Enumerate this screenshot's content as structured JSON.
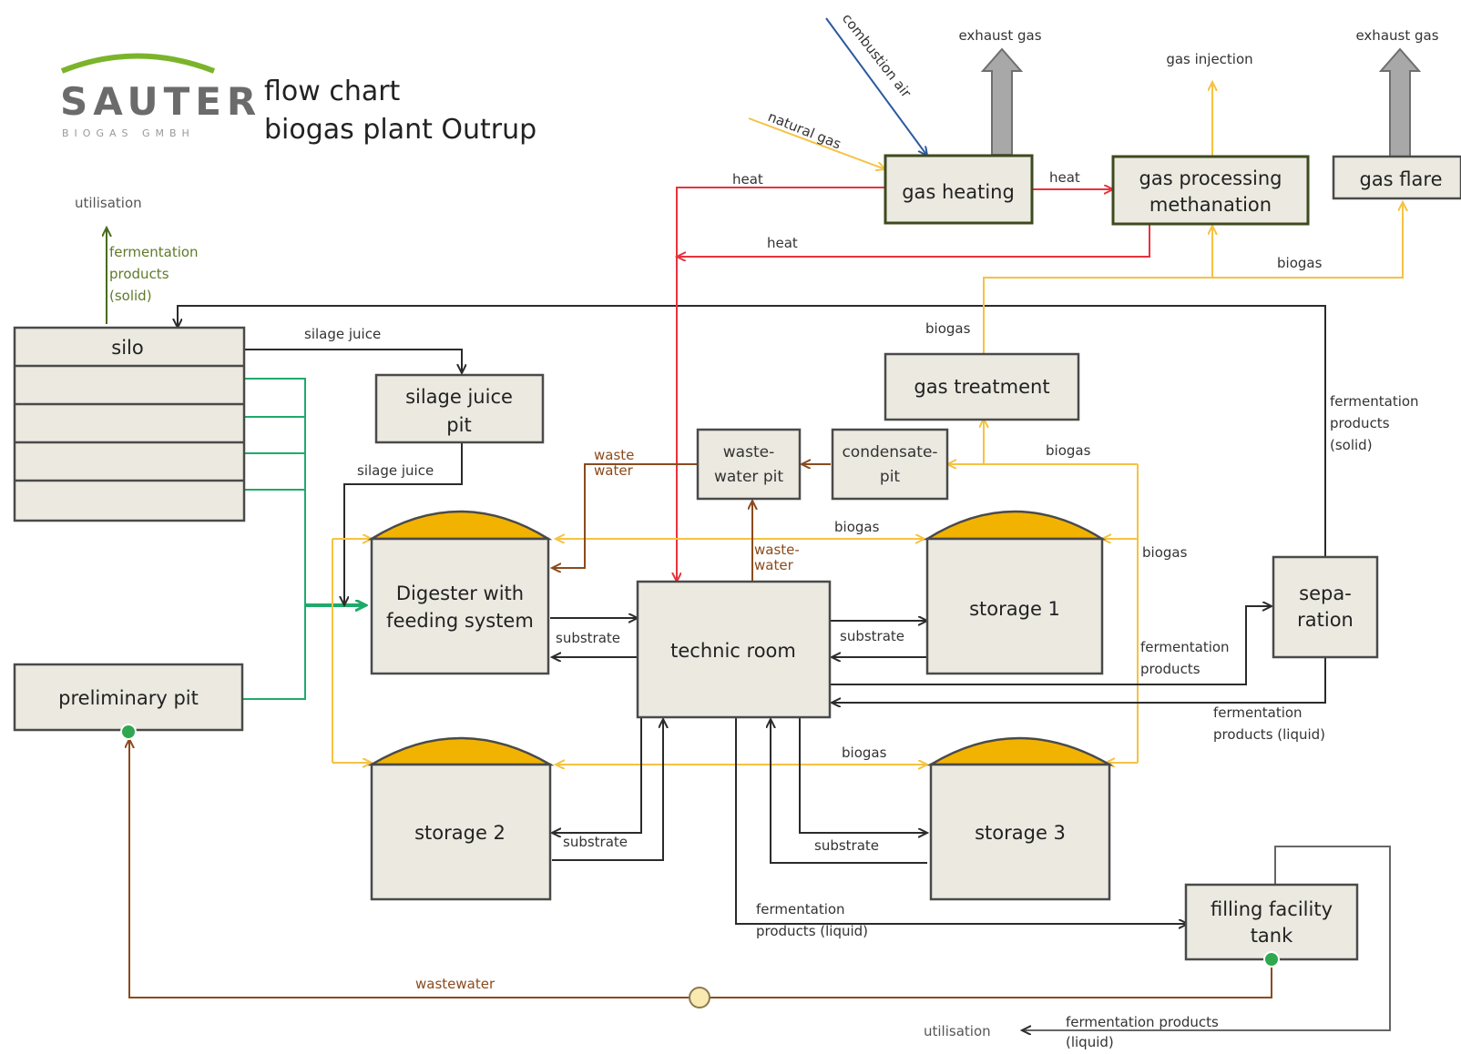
{
  "logo": {
    "name": "SAUTER",
    "sub": "BIOGAS GMBH",
    "swoosh_color": "#7bb42a"
  },
  "title": {
    "line1": "flow chart",
    "line2": "biogas plant Outrup"
  },
  "nodes": {
    "silo": "silo",
    "silage_juice_pit": [
      "silage juice",
      "pit"
    ],
    "preliminary_pit": "preliminary pit",
    "digester": [
      "Digester with",
      "feeding system"
    ],
    "technic_room": "technic room",
    "storage1": "storage 1",
    "storage2": "storage 2",
    "storage3": "storage 3",
    "wastewater_pit": [
      "waste-",
      "water pit"
    ],
    "condensate_pit": [
      "condensate-",
      "pit"
    ],
    "gas_treatment": "gas treatment",
    "gas_heating": "gas heating",
    "gas_processing": [
      "gas processing",
      "methanation"
    ],
    "gas_flare": "gas flare",
    "separation": [
      "sepa-",
      "ration"
    ],
    "filling_facility": [
      "filling facility",
      "tank"
    ]
  },
  "labels": {
    "utilisation": "utilisation",
    "fermentation_products_solid": [
      "fermentation",
      "products",
      "(solid)"
    ],
    "silage_juice": "silage juice",
    "waste_water": [
      "waste",
      "water"
    ],
    "waste_water2": [
      "waste-",
      "water"
    ],
    "biogas": "biogas",
    "substrate": "substrate",
    "heat": "heat",
    "exhaust_gas": "exhaust gas",
    "gas_injection": "gas injection",
    "natural_gas": "natural gas",
    "combustion_air": "combustion air",
    "fermentation_products": [
      "fermentation",
      "products"
    ],
    "fermentation_products_liquid": [
      "fermentation",
      "products (liquid)"
    ],
    "wastewater": "wastewater",
    "fermentation_products_liquid_b": [
      "fermentation products",
      "(liquid)"
    ]
  },
  "colors": {
    "heat": "#e8333c",
    "biogas": "#f5c242",
    "substrate": "#2b2b2b",
    "silo_feed": "#1faa6b",
    "wastewater": "#8a4b1d",
    "dome": "#f2b300",
    "box_fill": "#ebe9e0"
  }
}
